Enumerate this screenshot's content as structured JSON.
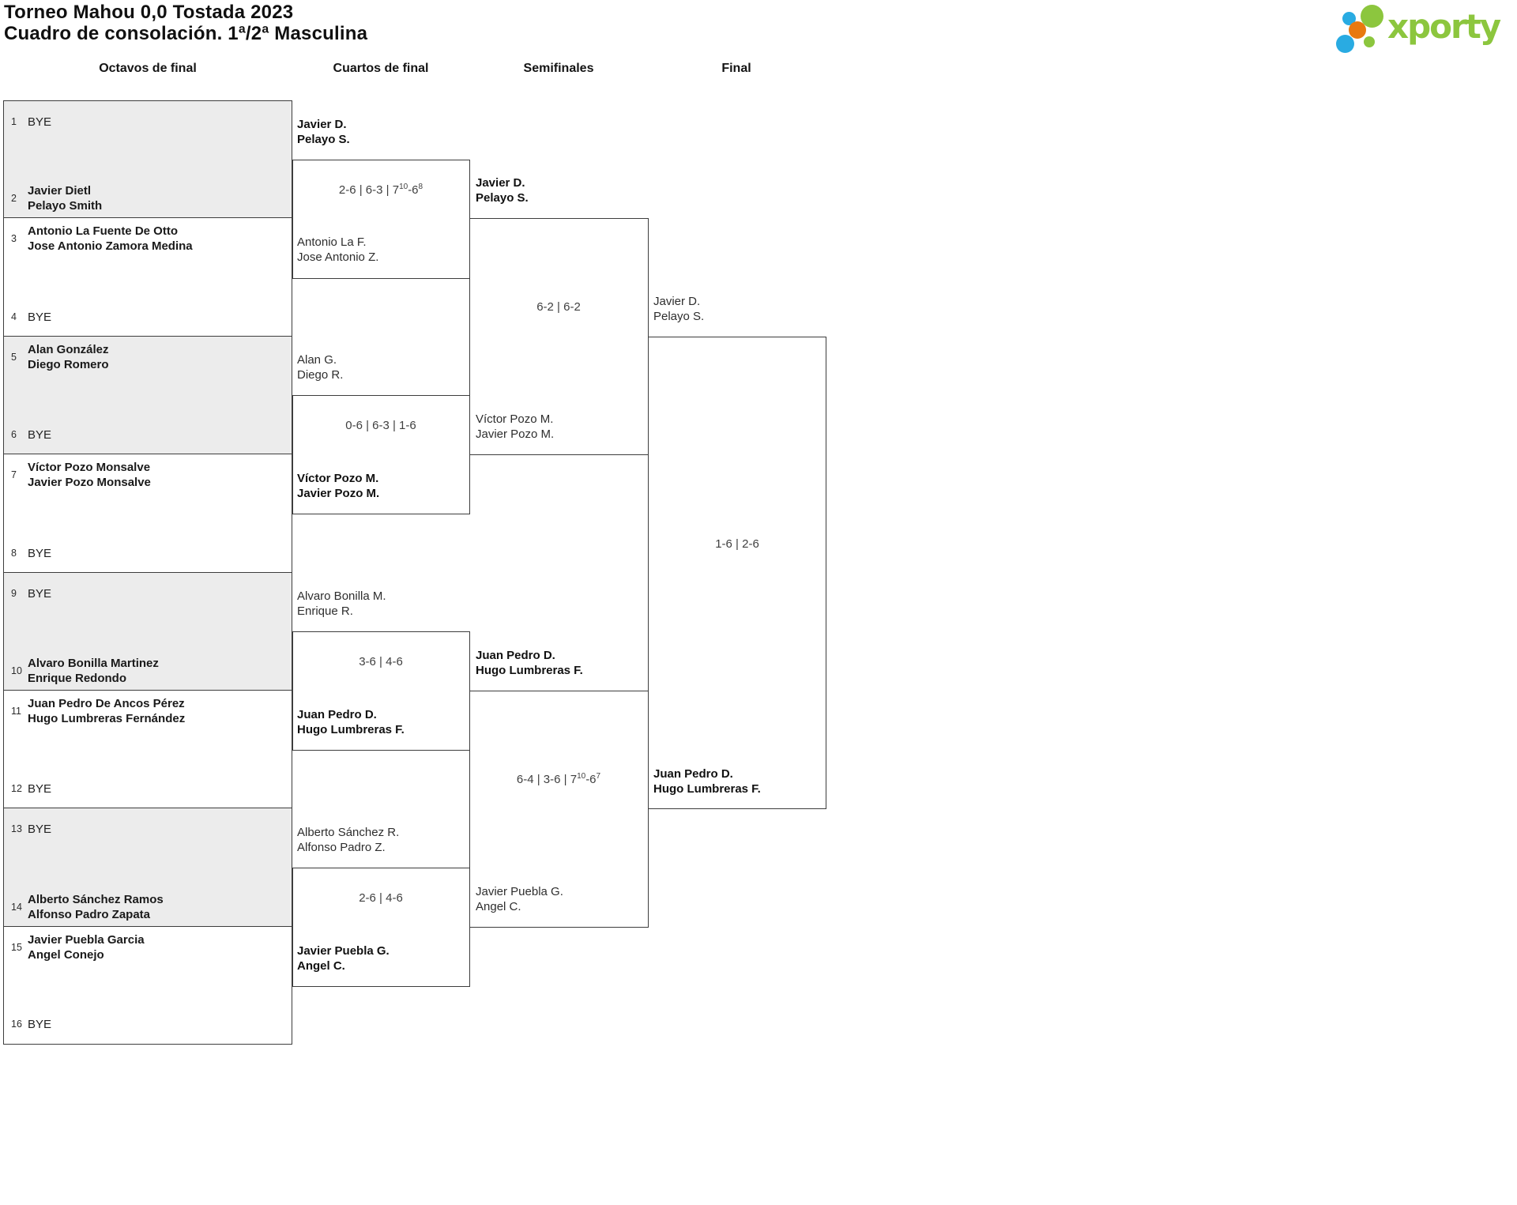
{
  "header": {
    "title": "Torneo Mahou 0,0 Tostada 2023",
    "subtitle": "Cuadro de consolación. 1ª/2ª Masculina"
  },
  "logo": {
    "text": "xporty",
    "green": "#8cc63e",
    "blue": "#29abe2",
    "orange": "#e8790f"
  },
  "bracket": {
    "rounds": [
      {
        "label": "Octavos de final"
      },
      {
        "label": "Cuartos de final"
      },
      {
        "label": "Semifinales"
      },
      {
        "label": "Final"
      }
    ],
    "round16": [
      {
        "seed": "1",
        "line1": "BYE",
        "bye": true
      },
      {
        "seed": "2",
        "line1": "Javier Dietl",
        "line2": "Pelayo Smith"
      },
      {
        "seed": "3",
        "line1": "Antonio La Fuente De Otto",
        "line2": "Jose Antonio Zamora Medina"
      },
      {
        "seed": "4",
        "line1": "BYE",
        "bye": true
      },
      {
        "seed": "5",
        "line1": "Alan González",
        "line2": "Diego Romero"
      },
      {
        "seed": "6",
        "line1": "BYE",
        "bye": true
      },
      {
        "seed": "7",
        "line1": "Víctor Pozo Monsalve",
        "line2": "Javier Pozo Monsalve"
      },
      {
        "seed": "8",
        "line1": "BYE",
        "bye": true
      },
      {
        "seed": "9",
        "line1": "BYE",
        "bye": true
      },
      {
        "seed": "10",
        "line1": "Alvaro Bonilla Martinez",
        "line2": "Enrique Redondo"
      },
      {
        "seed": "11",
        "line1": "Juan Pedro De Ancos Pérez",
        "line2": "Hugo Lumbreras Fernández"
      },
      {
        "seed": "12",
        "line1": "BYE",
        "bye": true
      },
      {
        "seed": "13",
        "line1": "BYE",
        "bye": true
      },
      {
        "seed": "14",
        "line1": "Alberto Sánchez Ramos",
        "line2": "Alfonso Padro Zapata"
      },
      {
        "seed": "15",
        "line1": "Javier Puebla Garcia",
        "line2": "Angel Conejo"
      },
      {
        "seed": "16",
        "line1": "BYE",
        "bye": true
      }
    ],
    "quarterfinals": [
      {
        "p1": {
          "line1": "Javier D.",
          "line2": "Pelayo S.",
          "winner": true
        },
        "p2": {
          "line1": "Antonio La F.",
          "line2": "Jose Antonio Z.",
          "winner": false
        },
        "score": "2-6 | 6-3 | 7^10-6^8"
      },
      {
        "p1": {
          "line1": "Alan G.",
          "line2": "Diego R.",
          "winner": false
        },
        "p2": {
          "line1": "Víctor Pozo M.",
          "line2": "Javier Pozo M.",
          "winner": true
        },
        "score": "0-6 | 6-3 | 1-6"
      },
      {
        "p1": {
          "line1": "Alvaro Bonilla M.",
          "line2": "Enrique R.",
          "winner": false
        },
        "p2": {
          "line1": "Juan Pedro D.",
          "line2": "Hugo Lumbreras F.",
          "winner": true
        },
        "score": "3-6 | 4-6"
      },
      {
        "p1": {
          "line1": "Alberto Sánchez R.",
          "line2": "Alfonso Padro Z.",
          "winner": false
        },
        "p2": {
          "line1": "Javier Puebla G.",
          "line2": "Angel C.",
          "winner": true
        },
        "score": "2-6 | 4-6"
      }
    ],
    "semifinals": [
      {
        "p1": {
          "line1": "Javier D.",
          "line2": "Pelayo S.",
          "winner": true
        },
        "p2": {
          "line1": "Víctor Pozo M.",
          "line2": "Javier Pozo M.",
          "winner": false
        },
        "score": "6-2 | 6-2"
      },
      {
        "p1": {
          "line1": "Juan Pedro D.",
          "line2": "Hugo Lumbreras F.",
          "winner": true
        },
        "p2": {
          "line1": "Javier Puebla G.",
          "line2": "Angel C.",
          "winner": false
        },
        "score": "6-4 | 3-6 | 7^10-6^7"
      }
    ],
    "final": {
      "p1": {
        "line1": "Javier D.",
        "line2": "Pelayo S.",
        "winner": false
      },
      "p2": {
        "line1": "Juan Pedro D.",
        "line2": "Hugo Lumbreras F.",
        "winner": true
      },
      "score": "1-6 | 2-6"
    }
  }
}
